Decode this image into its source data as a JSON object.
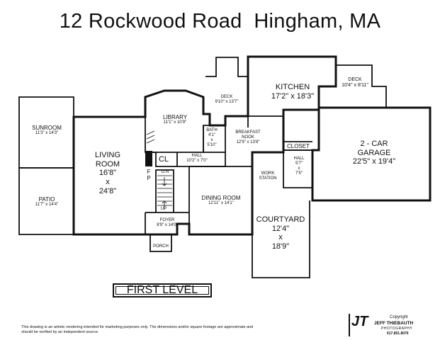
{
  "title": "12 Rockwood Road  Hingham, MA",
  "level": "FIRST LEVEL",
  "rooms": {
    "sunroom": {
      "name": "SUNROOM",
      "dims": "11'3\" x 14'3\""
    },
    "patio": {
      "name": "PATIO",
      "dims": "11'7\" x 14'4\""
    },
    "living": {
      "l1": "LIVING",
      "l2": "ROOM",
      "l3": "16'8\"",
      "l4": "x",
      "l5": "24'8\""
    },
    "library": {
      "name": "LIBRARY",
      "dims": "11'1\" x 10'9\""
    },
    "deck_left": {
      "name": "DECK",
      "dims": "9'10\" x 13'7\""
    },
    "bath": {
      "name": "BATH",
      "l2": "4'1\"",
      "l3": "x",
      "l4": "5'10\""
    },
    "kitchen": {
      "name": "KITCHEN",
      "dims": "17'2\" x 18'3\""
    },
    "deck_right": {
      "name": "DECK",
      "dims": "10'4\" x 8'11\""
    },
    "breakfast": {
      "l1": "BREAKFAST",
      "l2": "NOOK",
      "l3": "12'9\" x 13'8\""
    },
    "garage": {
      "l1": "2 - CAR",
      "l2": "GARAGE",
      "l3": "22'5\" x 19'4\""
    },
    "closet": {
      "name": "CLOSET"
    },
    "hall_right": {
      "name": "HALL",
      "l2": "5'7\"",
      "l3": "x",
      "l4": "7'5\""
    },
    "hall_center": {
      "name": "HALL",
      "dims": "10'2\" x 7'0\""
    },
    "cl": {
      "name": "CL"
    },
    "work": {
      "l1": "WORK",
      "l2": "STATION"
    },
    "dining": {
      "name": "DINING ROOM",
      "dims": "12'11\" x 14'1\""
    },
    "foyer": {
      "name": "FOYER",
      "dims": "8'9\" x 14'0\""
    },
    "porch": {
      "name": "PORCH"
    },
    "courtyard": {
      "name": "COURTYARD",
      "l2": "12'4\"",
      "l3": "x",
      "l4": "18'9\""
    },
    "stairs": {
      "fp1": "F",
      "fp2": "P",
      "dn": "D.N",
      "up": "UP"
    }
  },
  "disclaimer": "This drawing is an artistic rendering intended for marketing purposes only.  The dimensions and/or square footage are approximate and should be verified by an independent source.",
  "logo": {
    "mark": "JT",
    "copyright": "Copyright",
    "name": "JEFF THIEBAUTH",
    "subtitle": "PHOTOGRAPHY",
    "phone": "617.851.8076"
  }
}
